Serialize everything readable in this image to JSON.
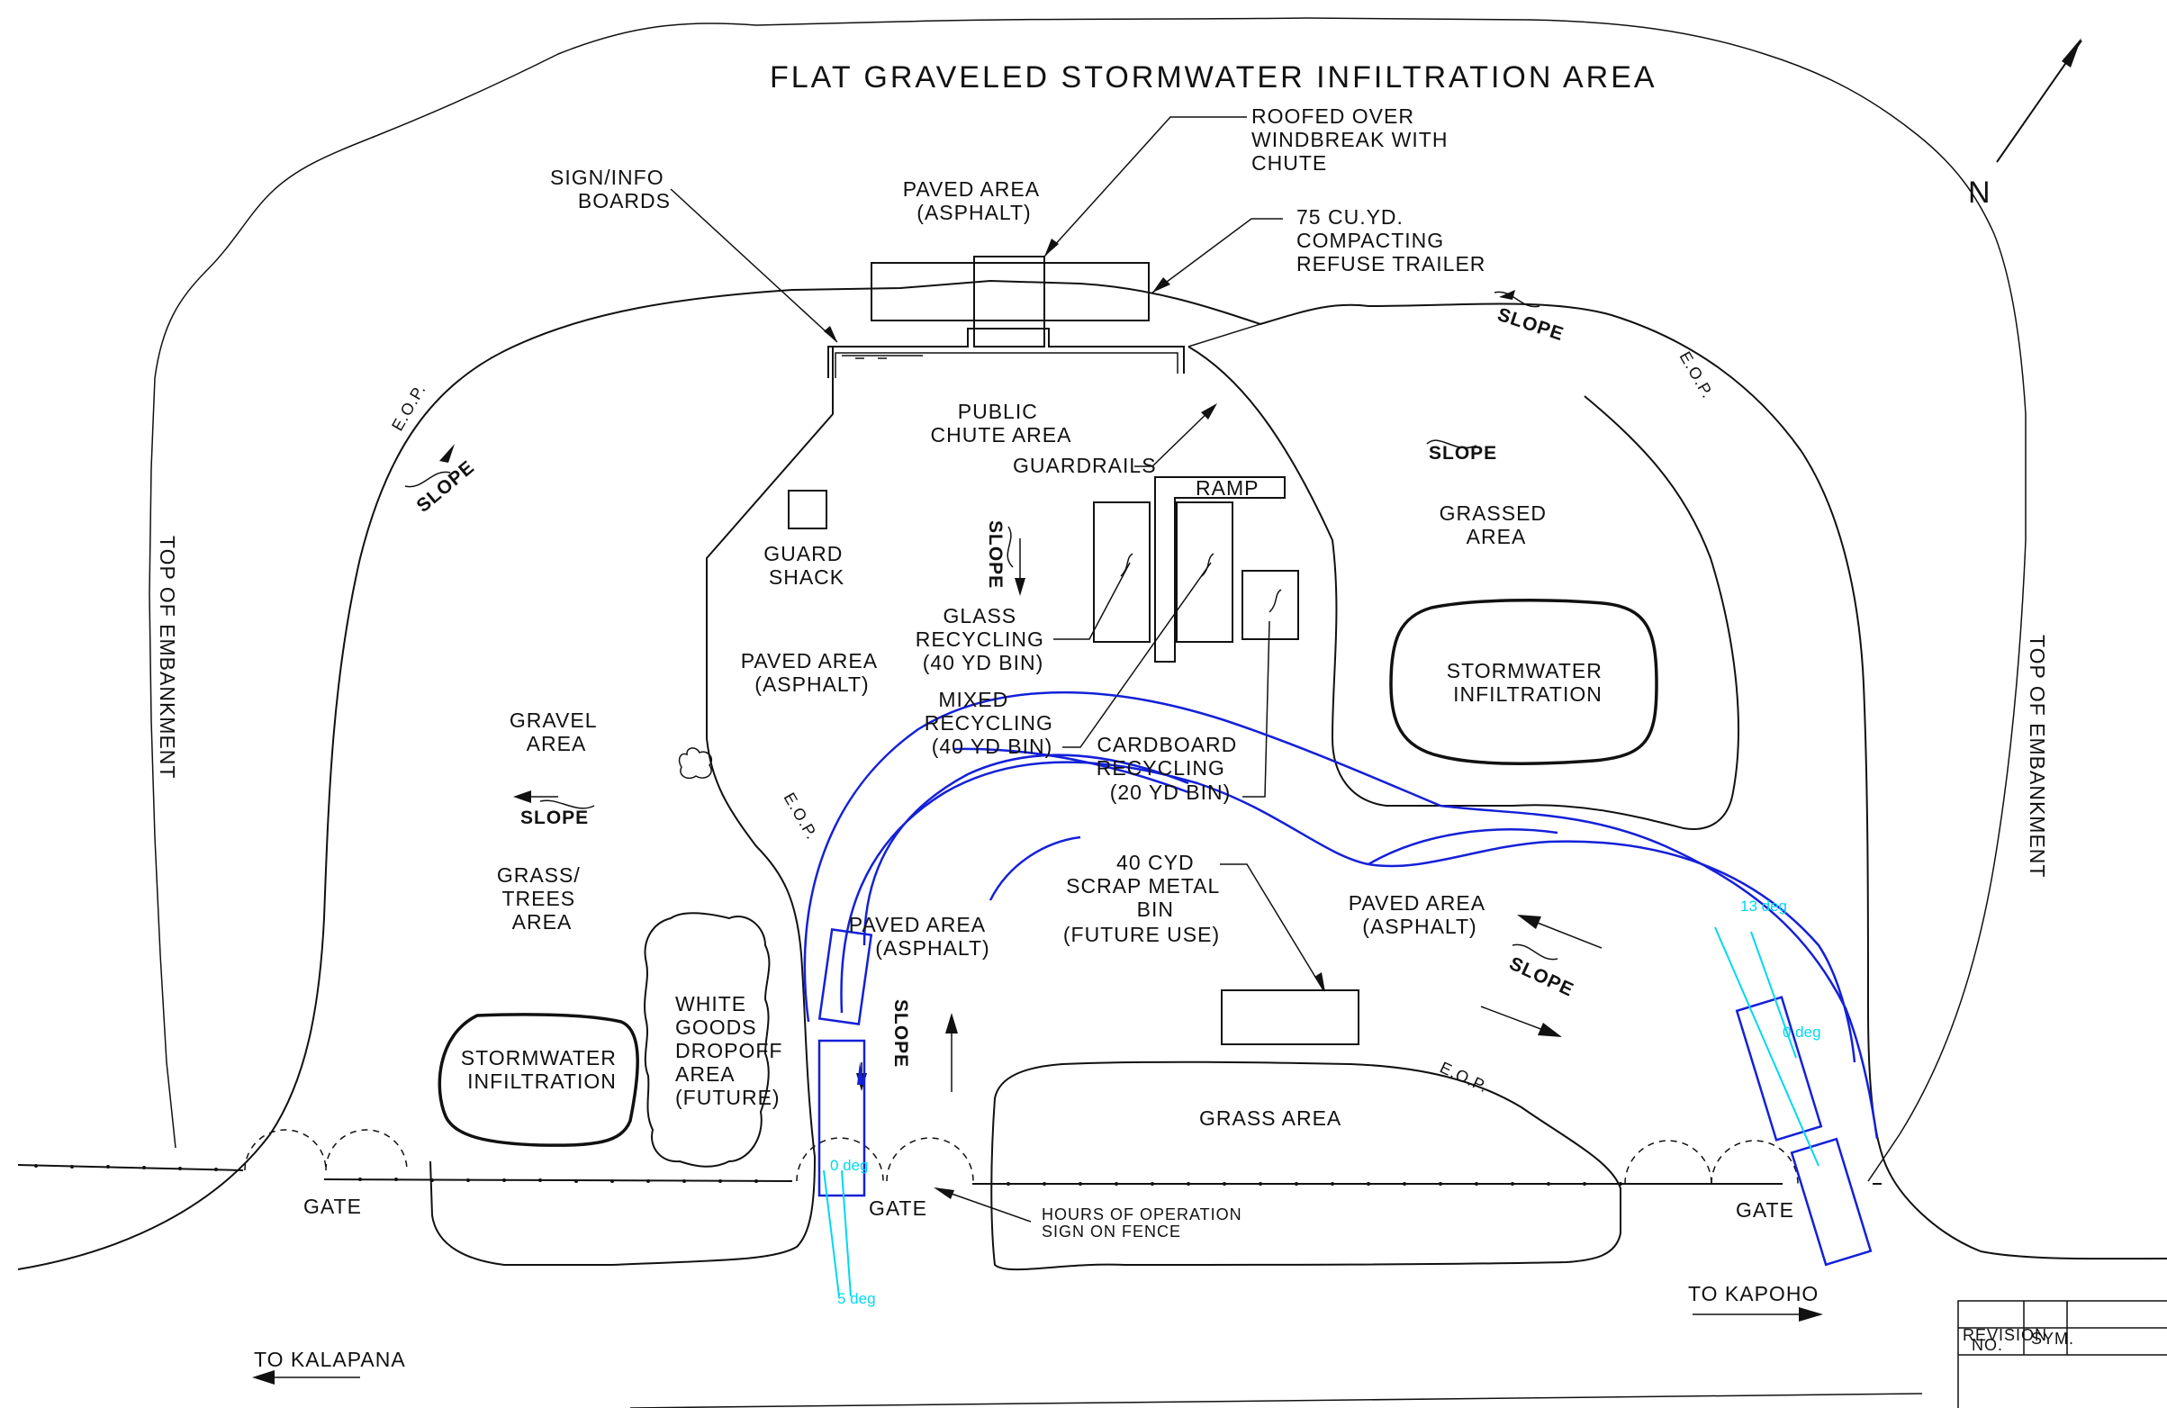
{
  "title": "FLAT GRAVELED STORMWATER INFILTRATION AREA",
  "north_label": "N",
  "callouts": {
    "roofed_windbreak": [
      "ROOFED OVER",
      "WINDBREAK WITH",
      "CHUTE"
    ],
    "compacting_trailer": [
      "75 CU.YD.",
      "COMPACTING",
      "REFUSE TRAILER"
    ],
    "sign_boards": [
      "SIGN/INFO",
      "BOARDS"
    ],
    "guardrails": "GUARDRAILS",
    "ramp": "RAMP",
    "glass": [
      "GLASS",
      "RECYCLING",
      "(40 YD BIN)"
    ],
    "mixed": [
      "MIXED",
      "RECYCLING",
      "(40 YD BIN)"
    ],
    "cardboard": [
      "CARDBOARD",
      "RECYCLING",
      "(20 YD BIN)"
    ],
    "scrap_metal": [
      "40 CYD",
      "SCRAP METAL",
      "BIN",
      "(FUTURE USE)"
    ],
    "hours_sign": [
      "HOURS OF OPERATION",
      "SIGN ON FENCE"
    ]
  },
  "areas": {
    "paved_top": [
      "PAVED AREA",
      "(ASPHALT)"
    ],
    "public_chute": [
      "PUBLIC",
      "CHUTE AREA"
    ],
    "guard_shack": [
      "GUARD",
      "SHACK"
    ],
    "paved_mid": [
      "PAVED AREA",
      "(ASPHALT)"
    ],
    "gravel": [
      "GRAVEL",
      "AREA"
    ],
    "grass_trees": [
      "GRASS/",
      "TREES",
      "AREA"
    ],
    "stormwater_left": [
      "STORMWATER",
      "INFILTRATION"
    ],
    "white_goods": [
      "WHITE",
      "GOODS",
      "DROPOFF",
      "AREA",
      "(FUTURE)"
    ],
    "paved_lower": [
      "PAVED AREA",
      "(ASPHALT)"
    ],
    "paved_right": [
      "PAVED AREA",
      "(ASPHALT)"
    ],
    "grass_area": "GRASS AREA",
    "grassed_area": [
      "GRASSED",
      "AREA"
    ],
    "stormwater_right": [
      "STORMWATER",
      "INFILTRATION"
    ]
  },
  "edge_labels": {
    "eop": "E.O.P.",
    "slope": "SLOPE",
    "top_embankment": "TOP OF EMBANKMENT"
  },
  "gates": [
    "GATE",
    "GATE",
    "GATE"
  ],
  "directions": {
    "to_kapoho": "TO KAPOHO",
    "to_kalapana": "TO KALAPANA"
  },
  "angles": [
    "13 deg",
    "0 deg",
    "5 deg",
    "0 deg"
  ],
  "revision_block": {
    "revision_no": [
      "REVISION",
      "NO."
    ],
    "sym": "SYM."
  }
}
